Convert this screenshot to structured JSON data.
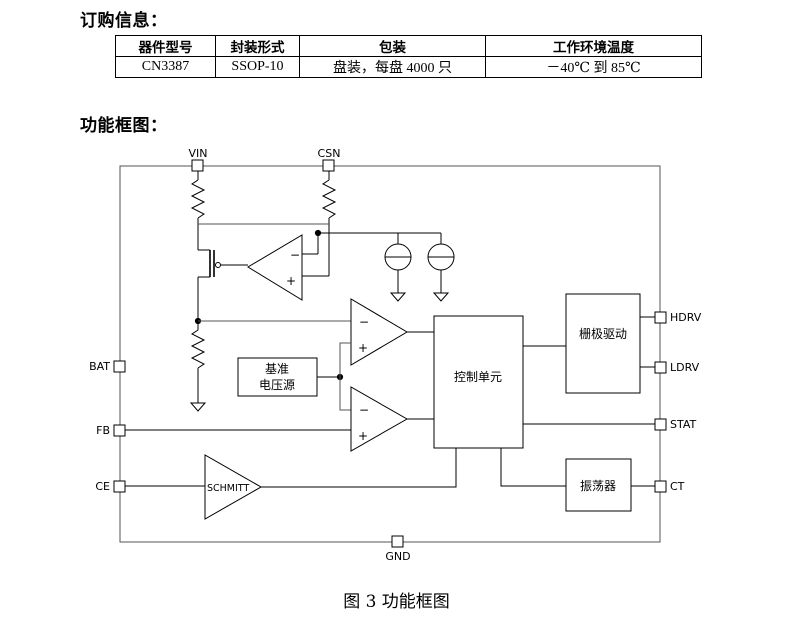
{
  "order_heading": "订购信息：",
  "order_table": {
    "headers": [
      "器件型号",
      "封装形式",
      "包装",
      "工作环境温度"
    ],
    "rows": [
      [
        "CN3387",
        "SSOP-10",
        "盘装，每盘 4000 只",
        "－40℃ 到 85℃"
      ]
    ]
  },
  "block_heading": "功能框图：",
  "diagram": {
    "pins": {
      "vin": "VIN",
      "csn": "CSN",
      "bat": "BAT",
      "fb": "FB",
      "ce": "CE",
      "gnd": "GND",
      "hdrv": "HDRV",
      "ldrv": "LDRV",
      "stat": "STAT",
      "ct": "CT"
    },
    "blocks": {
      "gate_driver": "栅极驱动",
      "control_unit": "控制单元",
      "oscillator": "振荡器",
      "reference_line1": "基准",
      "reference_line2": "电压源",
      "schmitt": "SCHMITT"
    },
    "opamp_signs": {
      "minus": "−",
      "plus": "+"
    }
  },
  "caption": "图 3  功能框图"
}
